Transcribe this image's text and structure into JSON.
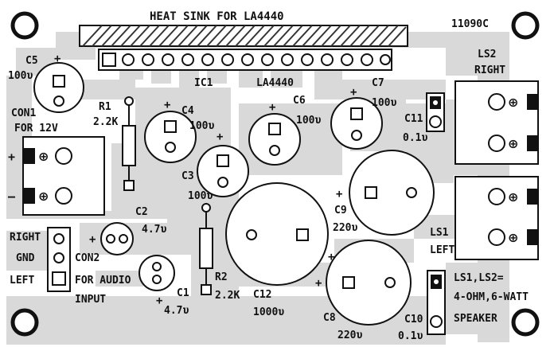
{
  "board": {
    "code": "11090C",
    "heatsink_label": "HEAT SINK FOR LA4440",
    "ic_ref": "IC1",
    "ic_part": "LA4440"
  },
  "colors": {
    "copper": "#d9d9d9",
    "board_bg": "#ffffff",
    "ink": "#111111",
    "stripe": "#333333"
  },
  "components": {
    "c5": {
      "ref": "C5",
      "value": "100υ",
      "pol": "+"
    },
    "c4": {
      "ref": "C4",
      "value": "100υ",
      "pol": "+"
    },
    "c6": {
      "ref": "C6",
      "value": "100υ",
      "pol": "+"
    },
    "c7": {
      "ref": "C7",
      "value": "100υ",
      "pol": "+"
    },
    "c3": {
      "ref": "C3",
      "value": "100υ",
      "pol": "+"
    },
    "c2": {
      "ref": "C2",
      "value": "4.7υ",
      "pol": "+"
    },
    "c1": {
      "ref": "C1",
      "value": "4.7υ",
      "pol": "+"
    },
    "c9": {
      "ref": "C9",
      "value": "220υ",
      "pol": "+"
    },
    "c8": {
      "ref": "C8",
      "value": "220υ",
      "pol": "+"
    },
    "c12": {
      "ref": "C12",
      "value": "1000υ",
      "pol": "+"
    },
    "c11": {
      "ref": "C11",
      "value": "0.1υ"
    },
    "c10": {
      "ref": "C10",
      "value": "0.1υ"
    },
    "r1": {
      "ref": "R1",
      "value": "2.2K"
    },
    "r2": {
      "ref": "R2",
      "value": "2.2K"
    }
  },
  "connectors": {
    "con1": {
      "ref": "CON1",
      "desc": "FOR 12V",
      "plus": "+",
      "minus": "–"
    },
    "con2": {
      "ref": "CON2",
      "desc_line1": "FOR AUDIO",
      "desc_line2": "INPUT",
      "pin_right": "RIGHT",
      "pin_gnd": "GND",
      "pin_left": "LEFT"
    },
    "ls2": {
      "ref": "LS2",
      "side": "RIGHT"
    },
    "ls1": {
      "ref": "LS1",
      "side": "LEFT"
    }
  },
  "notes": {
    "speaker_line1": "LS1,LS2=",
    "speaker_line2": "4-OHM,6-WATT",
    "speaker_line3": "SPEAKER"
  }
}
